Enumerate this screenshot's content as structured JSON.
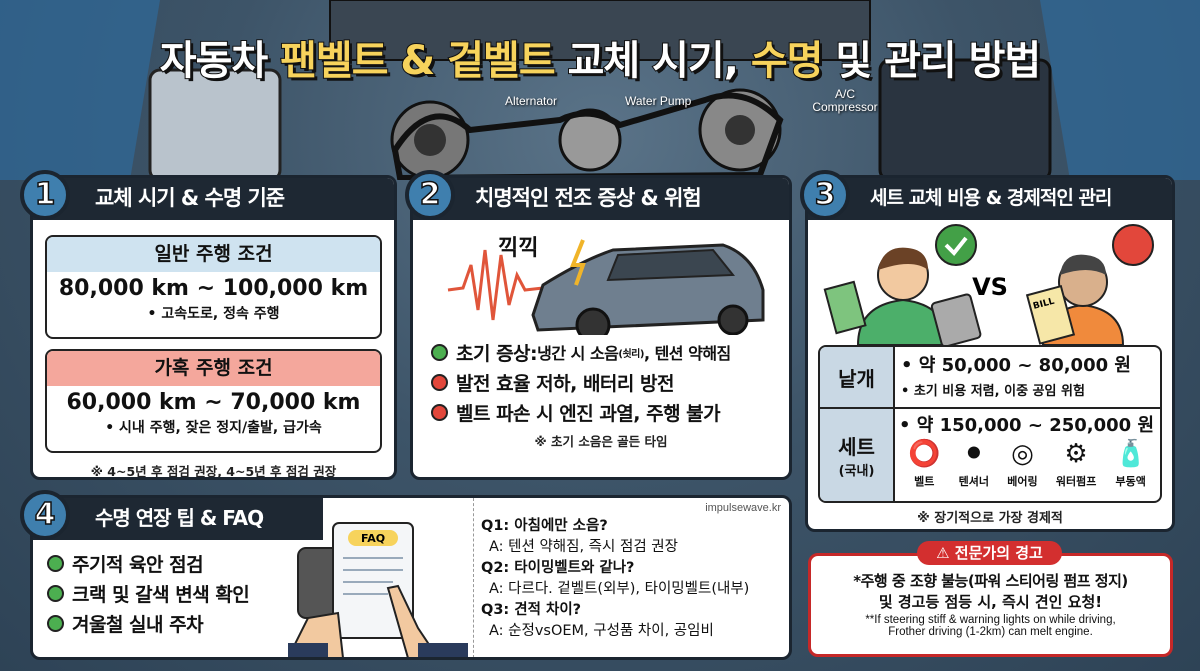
{
  "title": {
    "part1": "자동차 ",
    "part2": "팬벨트 & 겉벨트",
    "part3": " 교체 시기, ",
    "part4": "수명",
    "part5": " 및 관리 방법",
    "highlight_color": "#f7d35c"
  },
  "engine_labels": {
    "alternator": "Alternator",
    "water_pump": "Water Pump",
    "ac_1": "A/C",
    "ac_2": "Compressor"
  },
  "section1": {
    "number": "1",
    "title": "교체 시기 & 수명 기준",
    "normal": {
      "label": "일반 주행 조건",
      "range": "80,000 km ~ 100,000 km",
      "detail": "• 고속도로, 정속 주행",
      "color": "#cfe3f0"
    },
    "severe": {
      "label": "가혹 주행 조건",
      "range": "60,000 km ~ 70,000 km",
      "detail": "• 시내 주행, 잦은 정지/출발, 급가속",
      "color": "#f4a79c"
    },
    "note": "※ 4~5년 후 점검 권장, 4~5년 후 점검 권장"
  },
  "section2": {
    "number": "2",
    "title": "치명적인 전조 증상 & 위험",
    "sound": "끽끽",
    "items": [
      {
        "bold": "초기 증상:",
        "text": " 냉간 시 소음",
        "small": "(쇳리)",
        "rest": ", 텐션 약해짐",
        "status": "green"
      },
      {
        "bold": "발전 효율 저하, 배터리 방전",
        "status": "red"
      },
      {
        "bold": "벨트 파손 시 엔진 과열, 주행 불가",
        "status": "red"
      }
    ],
    "note": "※ 초기 소음은 골든 타임"
  },
  "section3": {
    "number": "3",
    "title": "세트 교체 비용 & 경제적인 관리",
    "vs": "VS",
    "bill": "BILL",
    "single": {
      "label": "낱개",
      "price": "• 약 50,000 ~ 80,000 원",
      "detail": "• 초기 비용 저렴, 이중 공임 위험"
    },
    "set": {
      "label": "세트",
      "sub": "(국내)",
      "price": "• 약 150,000 ~ 250,000 원",
      "parts": [
        "벨트",
        "텐셔너",
        "베어링",
        "워터펌프",
        "부동액"
      ]
    },
    "note": "※ 장기적으로 가장 경제적"
  },
  "section4": {
    "number": "4",
    "title": "수명 연장 팁 & FAQ",
    "faq_badge": "FAQ",
    "tips": [
      "주기적 육안 점검",
      "크랙 및 갈색 변색 확인",
      "겨울철 실내 주차"
    ],
    "watermark": "impulsewave.kr",
    "faq": [
      {
        "q": "Q1: 아침에만 소음?",
        "a": "A: 텐션 약해짐, 즉시 점검 권장"
      },
      {
        "q": "Q2: 타이밍벨트와 같나?",
        "a": "A: 다르다. 겉벨트(외부), 타이밍벨트(내부)"
      },
      {
        "q": "Q3: 견적 차이?",
        "a": "A: 순정vsOEM, 구성품 차이, 공임비"
      }
    ]
  },
  "warning": {
    "badge": "⚠ 전문가의 경고",
    "line1": "*주행 중 조향 불능(파워 스티어링 펌프 정지)",
    "line2": "및 경고등 점등 시, 즉시 견인 요청!",
    "en1": "**If steering stiff & warning lights on while driving,",
    "en2": "Frother driving (1-2km) can melt engine."
  }
}
